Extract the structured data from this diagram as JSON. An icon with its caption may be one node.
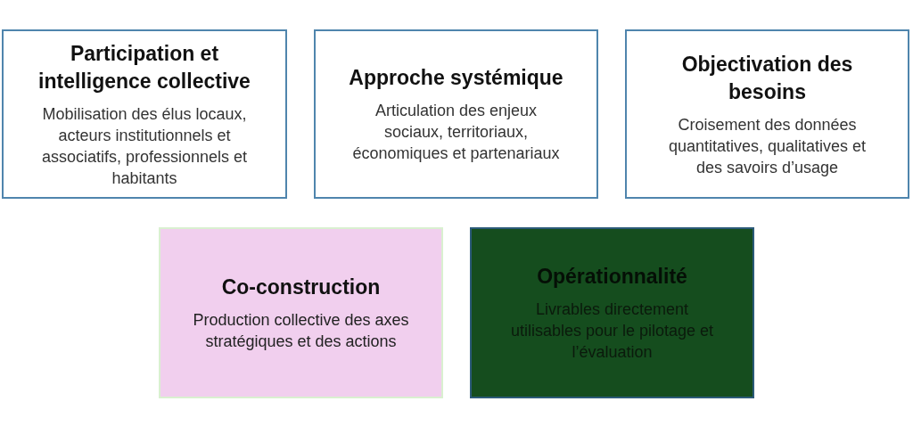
{
  "diagram": {
    "nodes": [
      {
        "text": [
          "Participation et intelligence collective",
          "Mobilisation des élus locaux, acteurs institutionnels et associatifs, professionnels et habitants"
        ]
      },
      {
        "text": [
          "Approche systémique",
          "Articulation des enjeux sociaux, territoriaux, économiques et partenariaux"
        ]
      },
      {
        "text": [
          "Objectivation des besoins",
          "Croisement des données quantitatives, qualitatives et des savoirs d’usage"
        ]
      },
      {
        "text": [
          "Co-construction",
          "Production collective des axes stratégiques et des actions"
        ]
      },
      {
        "text": [
          "Opérationnalité",
          "Livrables directement utilisables pour le pilotage et l’évaluation"
        ]
      }
    ],
    "edges": []
  }
}
